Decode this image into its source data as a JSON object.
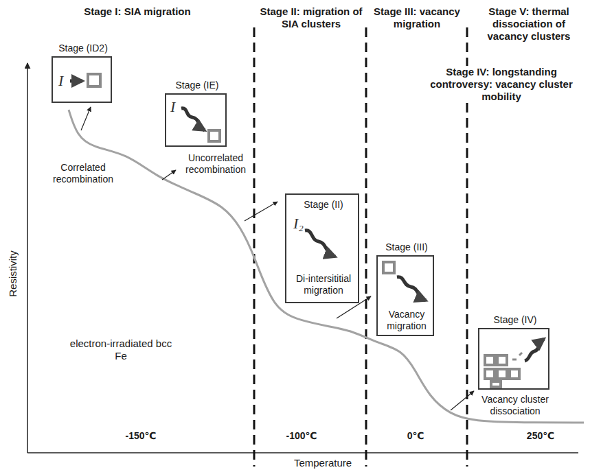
{
  "diagram": {
    "nodes": [
      {
        "text": [
          "Stage (ID2)",
          "I",
          "Correlated recombination"
        ]
      },
      {
        "text": [
          "Stage (IE)",
          "I",
          "Uncorrelated recombination"
        ]
      },
      {
        "text": [
          "Stage (II)",
          "I₂",
          "Di-intersititial migration"
        ]
      },
      {
        "text": [
          "Stage (III)",
          "Vacancy migration"
        ]
      },
      {
        "text": [
          "Stage (IV)",
          "Vacancy cluster dissociation"
        ]
      }
    ],
    "labels": [
      "Stage I: SIA migration",
      "Stage II: migration of SIA clusters",
      "Stage III: vacancy migration",
      "Stage V: thermal dissociation of vacancy clusters",
      "Stage IV: longstanding controversy: vacancy cluster mobility",
      "electron-irradiated bcc Fe",
      "-150℃",
      "-100℃",
      "0℃",
      "250℃",
      "Resistivity",
      "Temperature"
    ]
  }
}
